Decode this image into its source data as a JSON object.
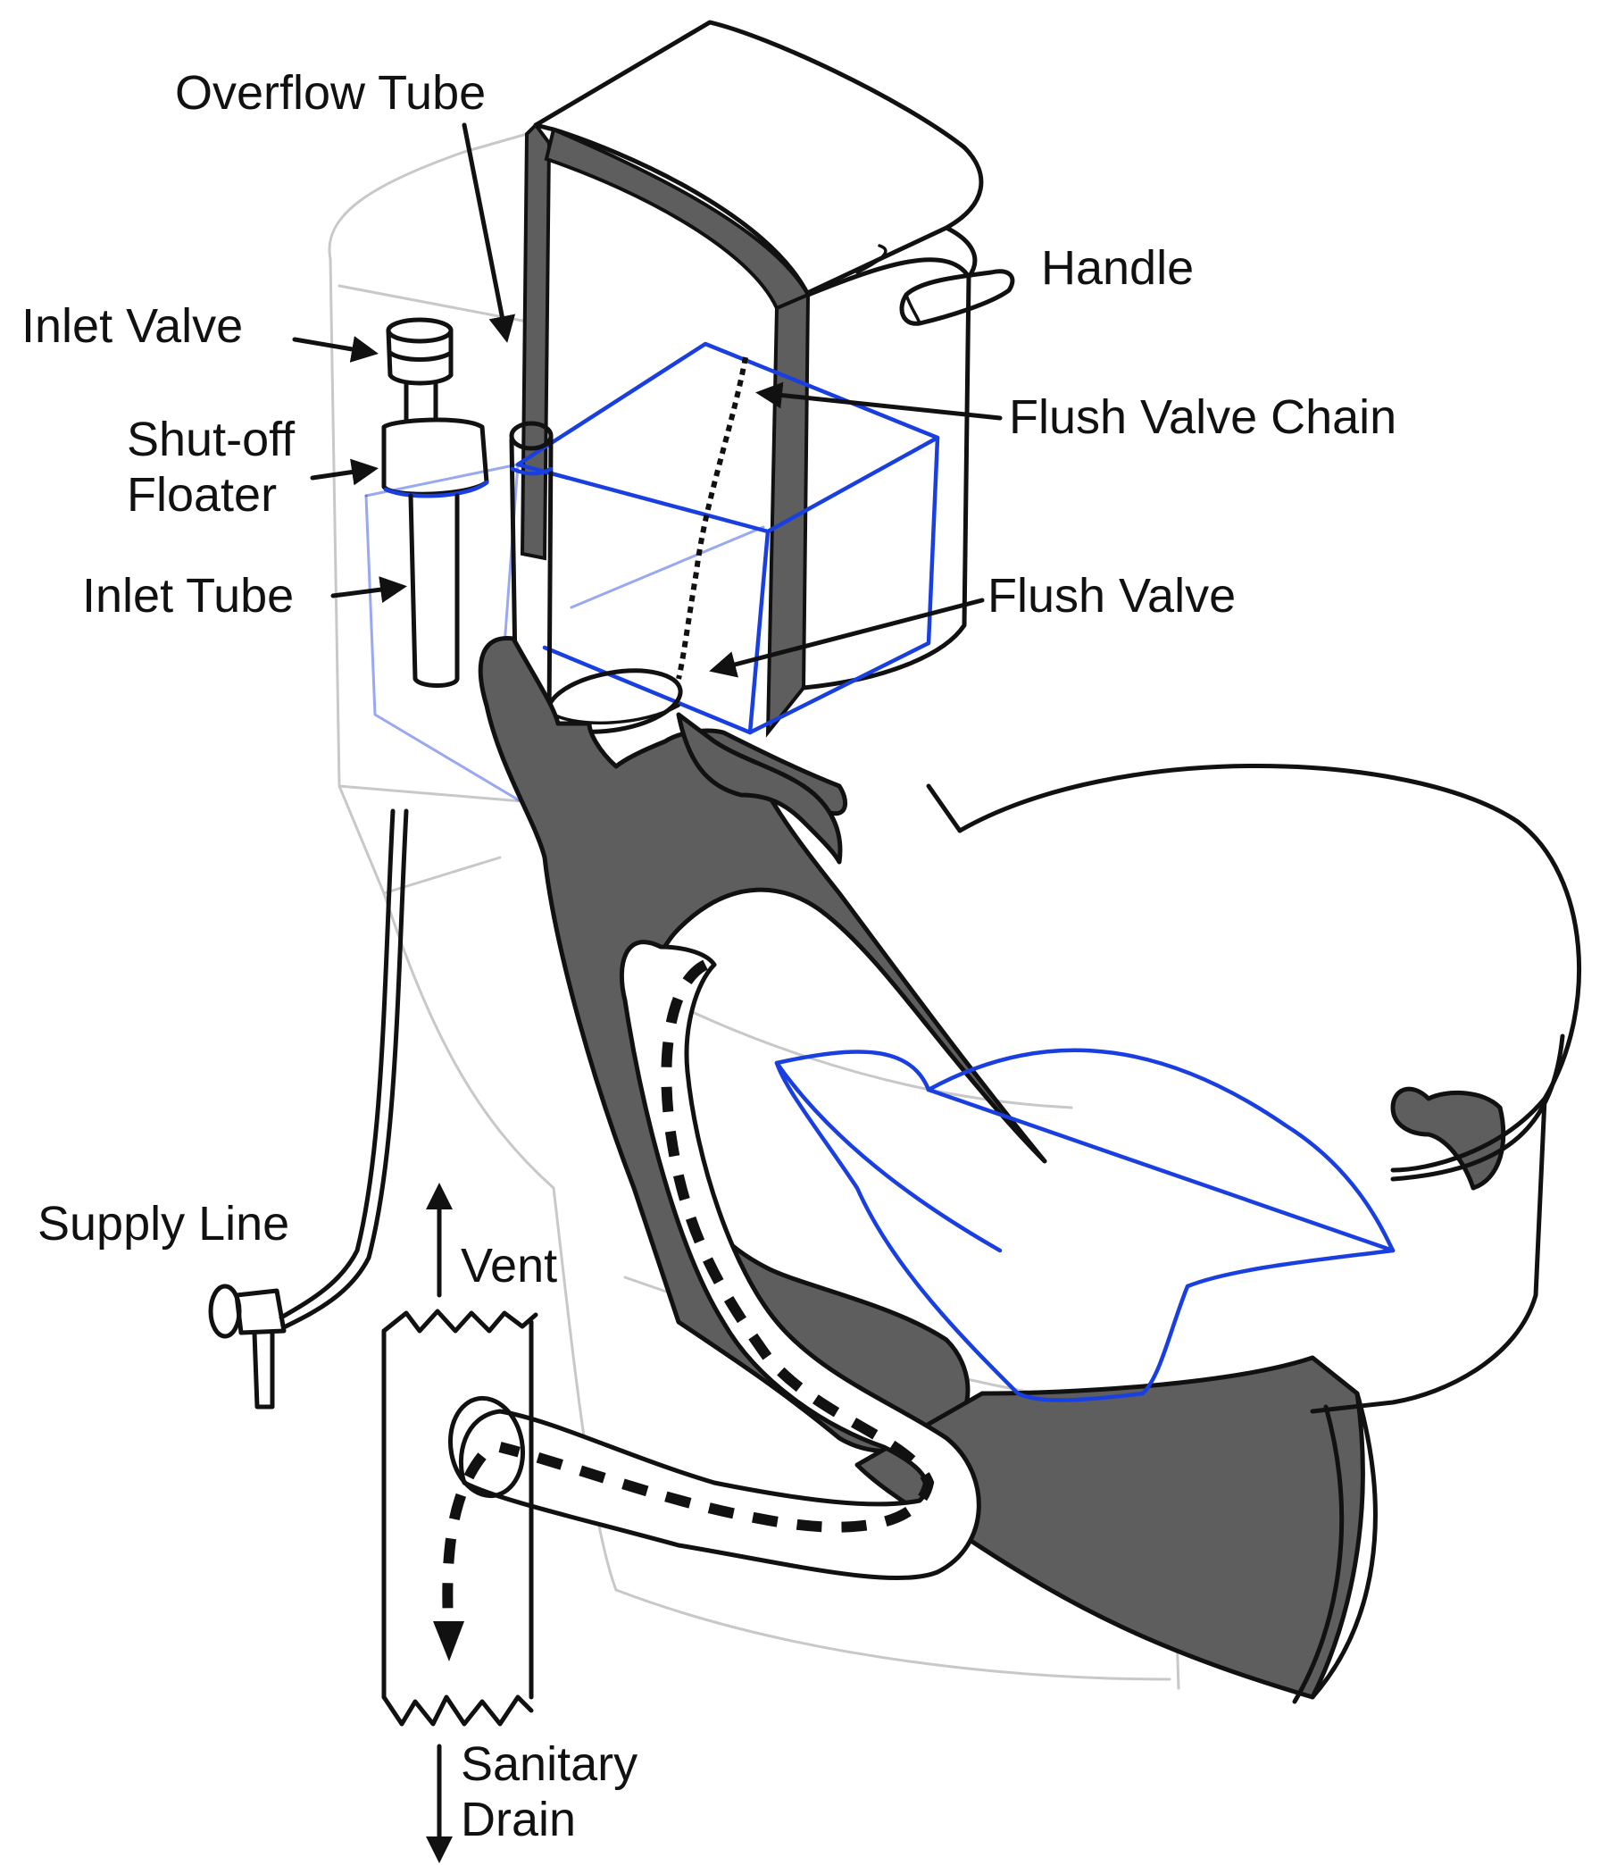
{
  "labels": {
    "overflow_tube": "Overflow Tube",
    "handle": "Handle",
    "inlet_valve": "Inlet Valve",
    "shutoff_floater_line1": "Shut-off",
    "shutoff_floater_line2": "Floater",
    "flush_valve_chain": "Flush Valve Chain",
    "inlet_tube": "Inlet Tube",
    "flush_valve": "Flush Valve",
    "supply_line": "Supply Line",
    "vent": "Vent",
    "sanitary_drain_line1": "Sanitary",
    "sanitary_drain_line2": "Drain"
  },
  "colors": {
    "ink": "#111111",
    "cutaway_fill": "#5e5e5e",
    "water_outline": "#1a3fe0",
    "ghost_outline": "#c8c8c8",
    "background": "#ffffff"
  }
}
